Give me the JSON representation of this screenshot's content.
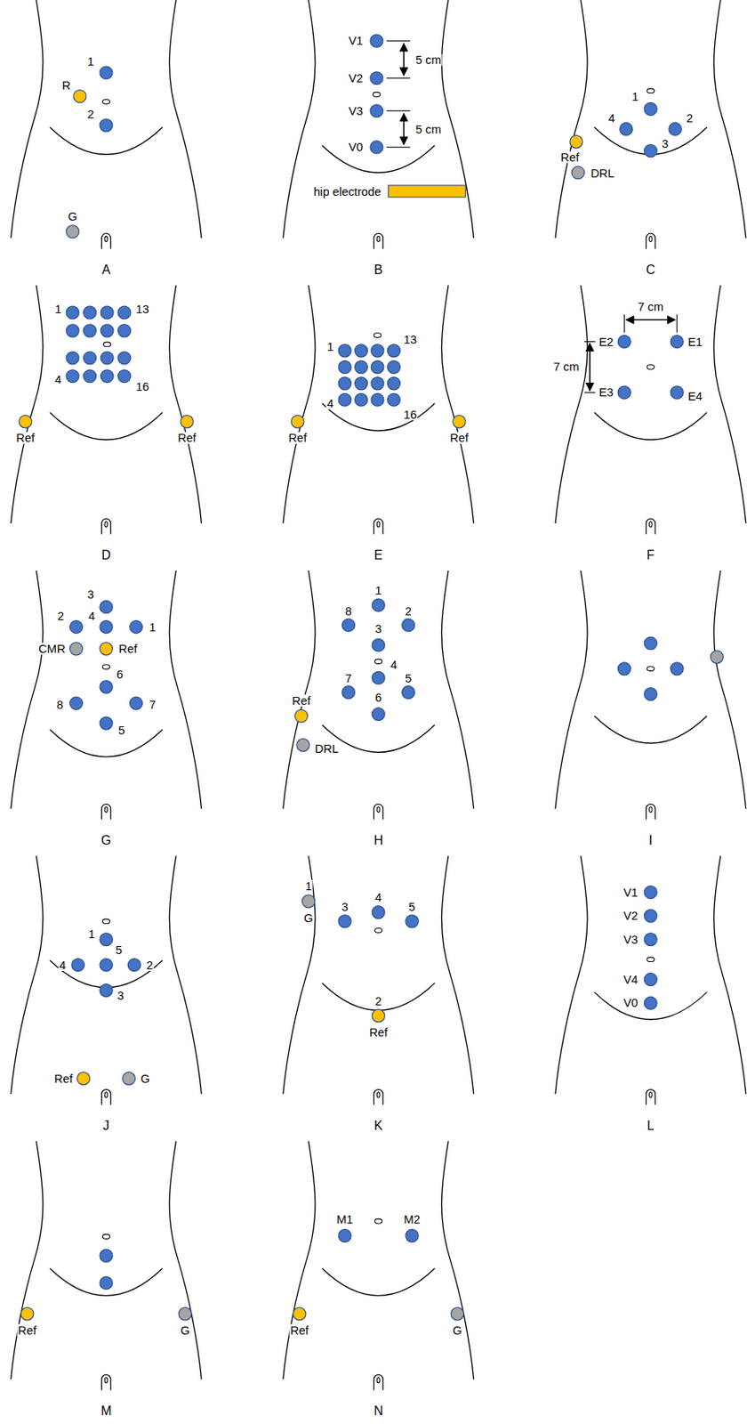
{
  "diagram": {
    "labels": [
      "1",
      "R",
      "2",
      "G",
      "A",
      "V1",
      "V2",
      "V3",
      "V0",
      "5 cm",
      "5 cm",
      "hip electrode",
      "B",
      "1",
      "4",
      "2",
      "3",
      "Ref",
      "DRL",
      "C",
      "1",
      "13",
      "4",
      "16",
      "Ref",
      "Ref",
      "D",
      "1",
      "13",
      "4",
      "16",
      "Ref",
      "Ref",
      "E",
      "7 cm",
      "E2",
      "E1",
      "7 cm",
      "E3",
      "E4",
      "F",
      "3",
      "4",
      "2",
      "1",
      "CMR",
      "Ref",
      "6",
      "8",
      "7",
      "5",
      "G",
      "1",
      "8",
      "2",
      "3",
      "4",
      "7",
      "5",
      "6",
      "Ref",
      "DRL",
      "H",
      "I",
      "1",
      "5",
      "4",
      "2",
      "3",
      "Ref",
      "G",
      "J",
      "1",
      "G",
      "3",
      "4",
      "5",
      "2",
      "Ref",
      "K",
      "V1",
      "V2",
      "V3",
      "V4",
      "V0",
      "L",
      "Ref",
      "G",
      "M",
      "M1",
      "M2",
      "Ref",
      "G",
      "N"
    ]
  }
}
